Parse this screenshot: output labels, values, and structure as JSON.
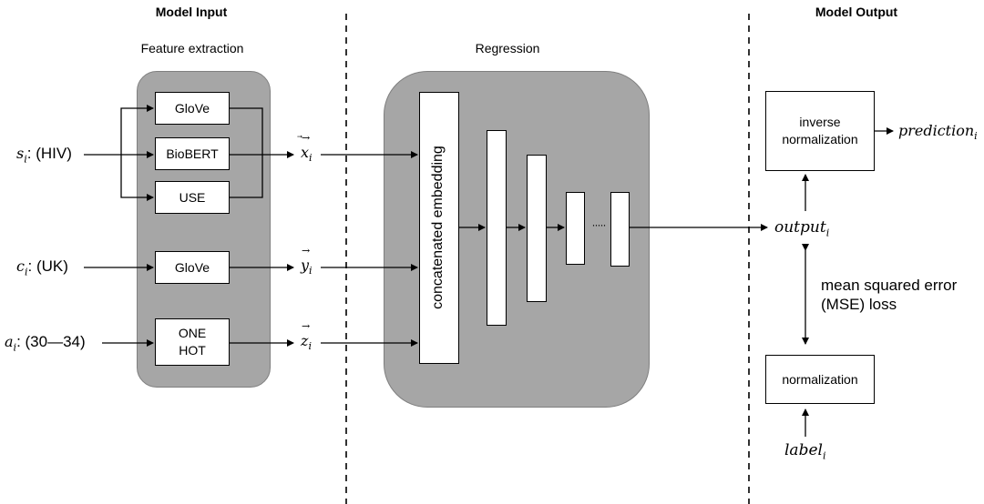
{
  "headers": {
    "model_input": "Model Input",
    "feature_extraction": "Feature extraction",
    "regression": "Regression",
    "model_output": "Model Output"
  },
  "inputs": [
    {
      "symbol": "s",
      "sub": "i",
      "value": ": (HIV)"
    },
    {
      "symbol": "c",
      "sub": "i",
      "value": ": (UK)"
    },
    {
      "symbol": "a",
      "sub": "i",
      "value": ": (30—34)"
    }
  ],
  "extractors": {
    "glove_top": "GloVe",
    "biobert": "BioBERT",
    "use": "USE",
    "glove_country": "GloVe",
    "onehot_line1": "ONE",
    "onehot_line2": "HOT"
  },
  "vectors": [
    {
      "symbol": "x",
      "sub": "i"
    },
    {
      "symbol": "y",
      "sub": "i"
    },
    {
      "symbol": "z",
      "sub": "i"
    }
  ],
  "regression": {
    "embedding_label": "concatenated embedding",
    "ellipsis": "·····"
  },
  "output": {
    "inverse_line1": "inverse",
    "inverse_line2": "normalization",
    "prediction": "prediction",
    "prediction_sub": "i",
    "output": "output",
    "output_sub": "i",
    "loss_line1": "mean squared error",
    "loss_line2": "(MSE) loss",
    "normalization": "normalization",
    "label": "label",
    "label_sub": "i"
  }
}
